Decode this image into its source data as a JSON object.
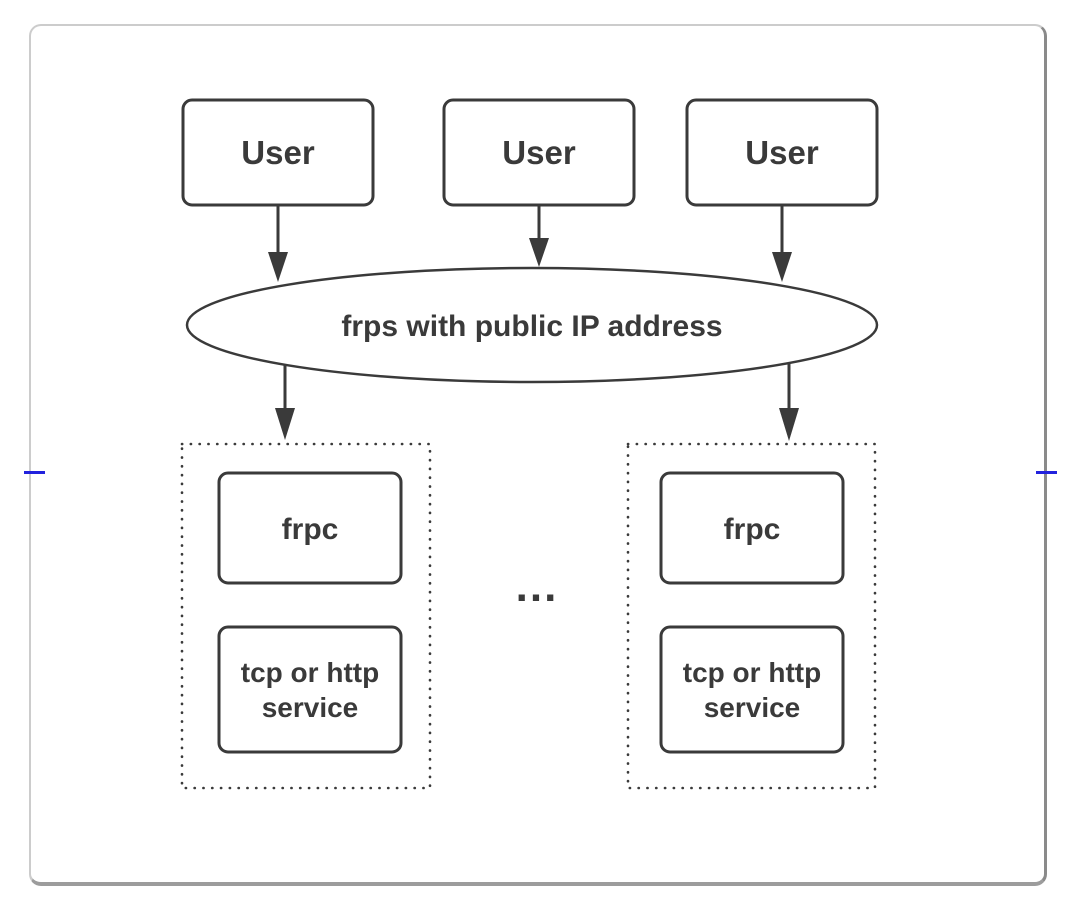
{
  "diagram": {
    "users": [
      {
        "label": "User"
      },
      {
        "label": "User"
      },
      {
        "label": "User"
      }
    ],
    "server": {
      "label": "frps with public IP address"
    },
    "clients": [
      {
        "frpc_label": "frpc",
        "service_lines": [
          "tcp or http",
          "service"
        ]
      },
      {
        "frpc_label": "frpc",
        "service_lines": [
          "tcp or http",
          "service"
        ]
      }
    ],
    "ellipsis": "...",
    "colors": {
      "stroke": "#3a3a3a",
      "card_border": "#cccccc",
      "card_shadow": "#9c9c9c",
      "selection_mark": "#2222dd"
    }
  }
}
